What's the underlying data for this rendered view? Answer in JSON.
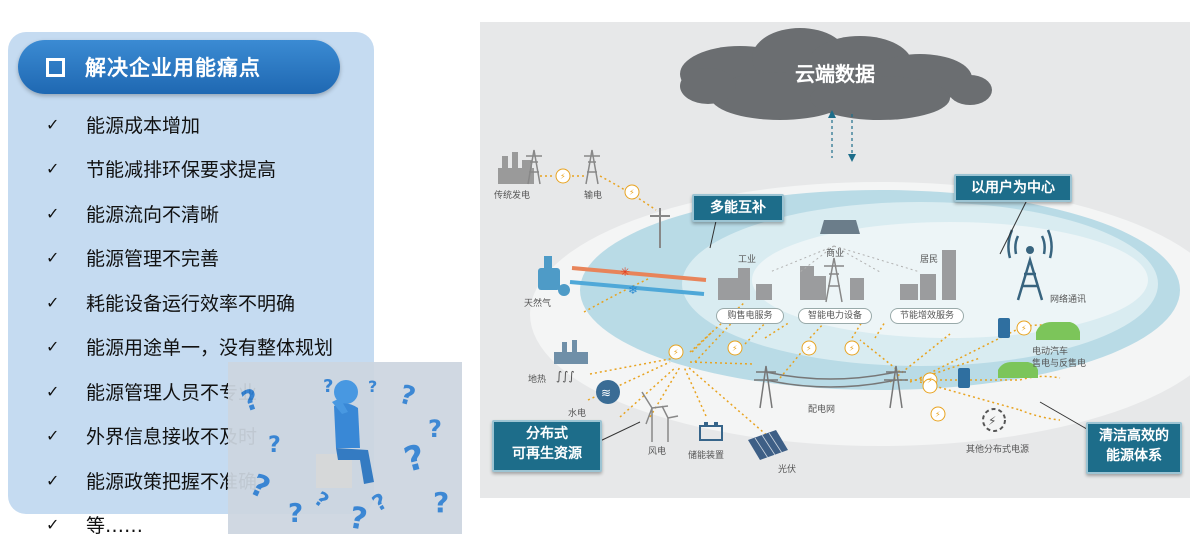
{
  "pain_points": {
    "title": "解决企业用能痛点",
    "items": [
      "能源成本增加",
      "节能减排环保要求提高",
      "能源流向不清晰",
      "能源管理不完善",
      "耗能设备运行效率不明确",
      "能源用途单一，没有整体规划",
      "能源管理人员不专业",
      "外界信息接收不及时",
      "能源政策把握不准确",
      "等……"
    ],
    "check_glyph": "✓",
    "header_color": "#2a7ac4",
    "panel_color": "#c5dbf1"
  },
  "diagram": {
    "cloud_label": "云端数据",
    "callouts": {
      "multi_energy": "多能互补",
      "user_center": "以用户为中心",
      "distributed": "分布式\n可再生资源",
      "clean_system": "清洁高效的\n能源体系"
    },
    "labels": {
      "traditional_power": "传统发电",
      "transmission": "输电",
      "natural_gas": "天然气",
      "geothermal": "地热",
      "hydro": "水电",
      "wind": "风电",
      "storage": "储能装置",
      "solar": "光伏",
      "grid": "配电网",
      "network": "网络通讯",
      "ev": "电动汽车",
      "ev_sub": "售电与反售电",
      "other_distributed": "其他分布式电源",
      "industry": "工业",
      "commerce": "商业",
      "residential": "居民"
    },
    "services": [
      "购售电服务",
      "智能电力设备",
      "节能增效服务"
    ],
    "colors": {
      "callout": "#1d6d8a",
      "ring": "#b9dbe6",
      "flow": "#e8a320",
      "heat_line": "#e8845a",
      "cool_line": "#4fa8d8"
    }
  }
}
